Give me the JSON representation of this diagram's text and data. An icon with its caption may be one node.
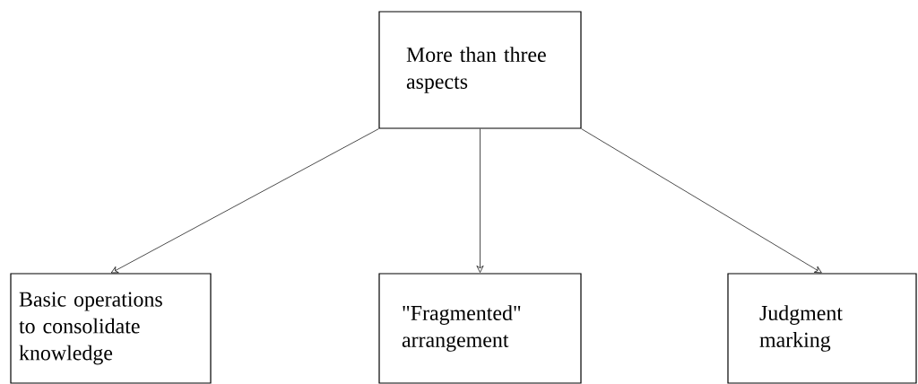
{
  "diagram": {
    "nodes": [
      {
        "text": [
          "More than three aspects"
        ]
      },
      {
        "text": [
          "Basic operations to consolidate knowledge"
        ]
      },
      {
        "text": [
          "\"Fragmented\" arrangement"
        ]
      },
      {
        "text": [
          "Judgment marking"
        ]
      }
    ],
    "edges": [
      {
        "from": 0,
        "to": 1,
        "arrow": "to"
      },
      {
        "from": 0,
        "to": 2,
        "arrow": "to"
      },
      {
        "from": 0,
        "to": 3,
        "arrow": "to"
      }
    ]
  }
}
